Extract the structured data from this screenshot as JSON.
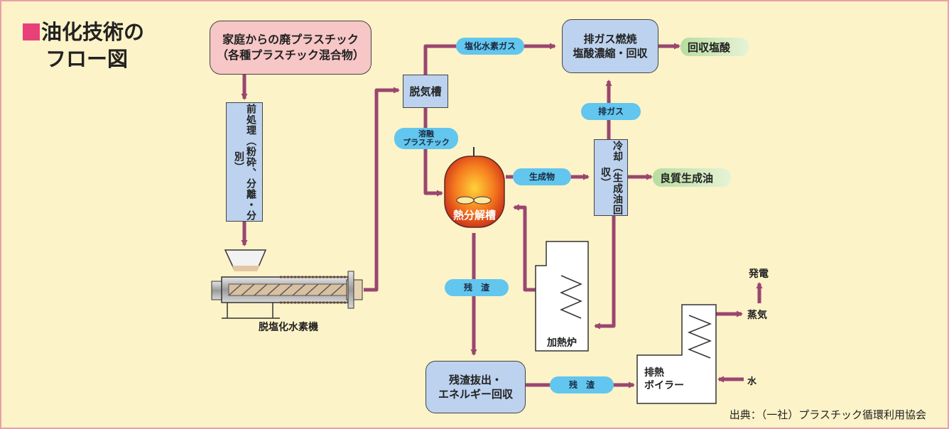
{
  "title": {
    "line1": "油化技術の",
    "line2": "フロー図"
  },
  "nodes": {
    "household_waste": "家庭からの廃プラスチック\n（各種プラスチック混合物）",
    "pretreatment": "前処理（粉砕、分離・分別）",
    "dehydrochlorinator": "脱塩化水素機",
    "degassing_tank": "脱気槽",
    "exhaust_combustion": "排ガス燃焼\n塩酸濃縮・回収",
    "pyrolysis_tank": "熱分解槽",
    "cooling": "冷却（生成油回収）",
    "heating_furnace": "加熱炉",
    "residue_extraction": "残渣抜出・\nエネルギー回収",
    "waste_heat_boiler": "排熱\nボイラー"
  },
  "flow_labels": {
    "hcl_gas": "塩化水素ガス",
    "molten_plastic": "溶融\nプラスチック",
    "exhaust_gas": "排ガス",
    "product": "生成物",
    "residue_1": "残　渣",
    "residue_2": "残　渣"
  },
  "outputs": {
    "recovered_hcl": "回収塩酸",
    "quality_oil": "良質生成油"
  },
  "boiler_labels": {
    "power": "発電",
    "steam": "蒸気",
    "water": "水"
  },
  "source": "出典：（一社）プラスチック循環利用協会",
  "colors": {
    "background": "#fdf3c8",
    "frame": "#e8a0a8",
    "process_box": "#bcd2ee",
    "waste_box": "#f7c6c6",
    "flow_pill": "#62c6ee",
    "arrow": "#9a4670",
    "title_square": "#e8417a"
  }
}
